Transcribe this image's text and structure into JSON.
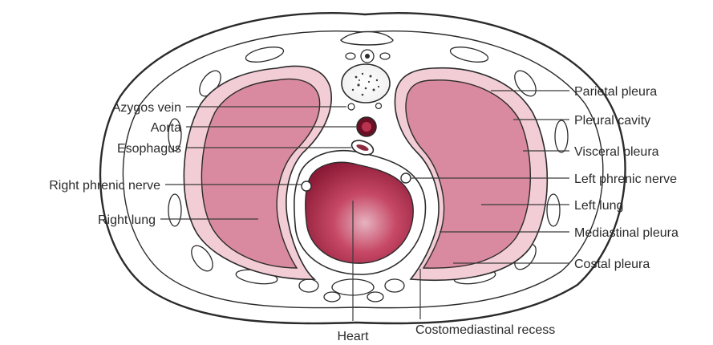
{
  "labels": {
    "azygos_vein": "Azygos vein",
    "aorta": "Aorta",
    "esophagus": "Esophagus",
    "right_phrenic_nerve": "Right phrenic nerve",
    "right_lung": "Right lung",
    "heart": "Heart",
    "parietal_pleura": "Parietal pleura",
    "pleural_cavity": "Pleural cavity",
    "visceral_pleura": "Visceral pleura",
    "left_phrenic_nerve": "Left phrenic nerve",
    "left_lung": "Left lung",
    "mediastinal_pleura": "Mediastinal pleura",
    "costal_pleura": "Costal pleura",
    "costomediastinal_recess": "Costomediastinal recess"
  },
  "colors": {
    "lung_fill": "#d98aa0",
    "pleural_fill": "#f3cdd6",
    "heart_fill": "#b82348",
    "outline": "#2b2b2b"
  }
}
